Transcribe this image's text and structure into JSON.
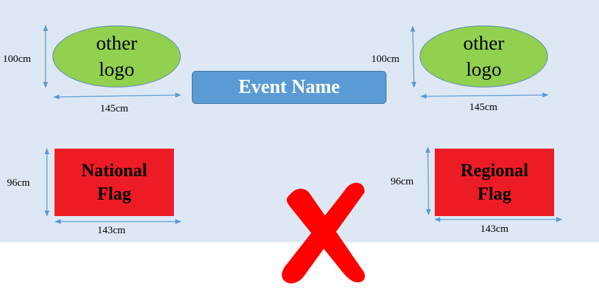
{
  "colors": {
    "background": "#dee8f4",
    "logo_fill": "#92d050",
    "event_fill": "#5b9bd5",
    "flag_fill": "#ed1c24",
    "dimension_arrow": "#5b9bd5",
    "cross": "#ff0000"
  },
  "left_logo": {
    "line1": "other",
    "line2": "logo",
    "height_label": "100cm",
    "width_label": "145cm"
  },
  "right_logo": {
    "line1": "other",
    "line2": "logo",
    "height_label": "100cm",
    "width_label": "145cm"
  },
  "event_banner": {
    "label": "Event Name"
  },
  "national_flag": {
    "line1": "National",
    "line2": "Flag",
    "height_label": "96cm",
    "width_label": "143cm"
  },
  "regional_flag": {
    "line1": "Regional",
    "line2": "Flag",
    "height_label": "96cm",
    "width_label": "143cm"
  },
  "cross_mark": {
    "icon": "red-cross-icon"
  }
}
